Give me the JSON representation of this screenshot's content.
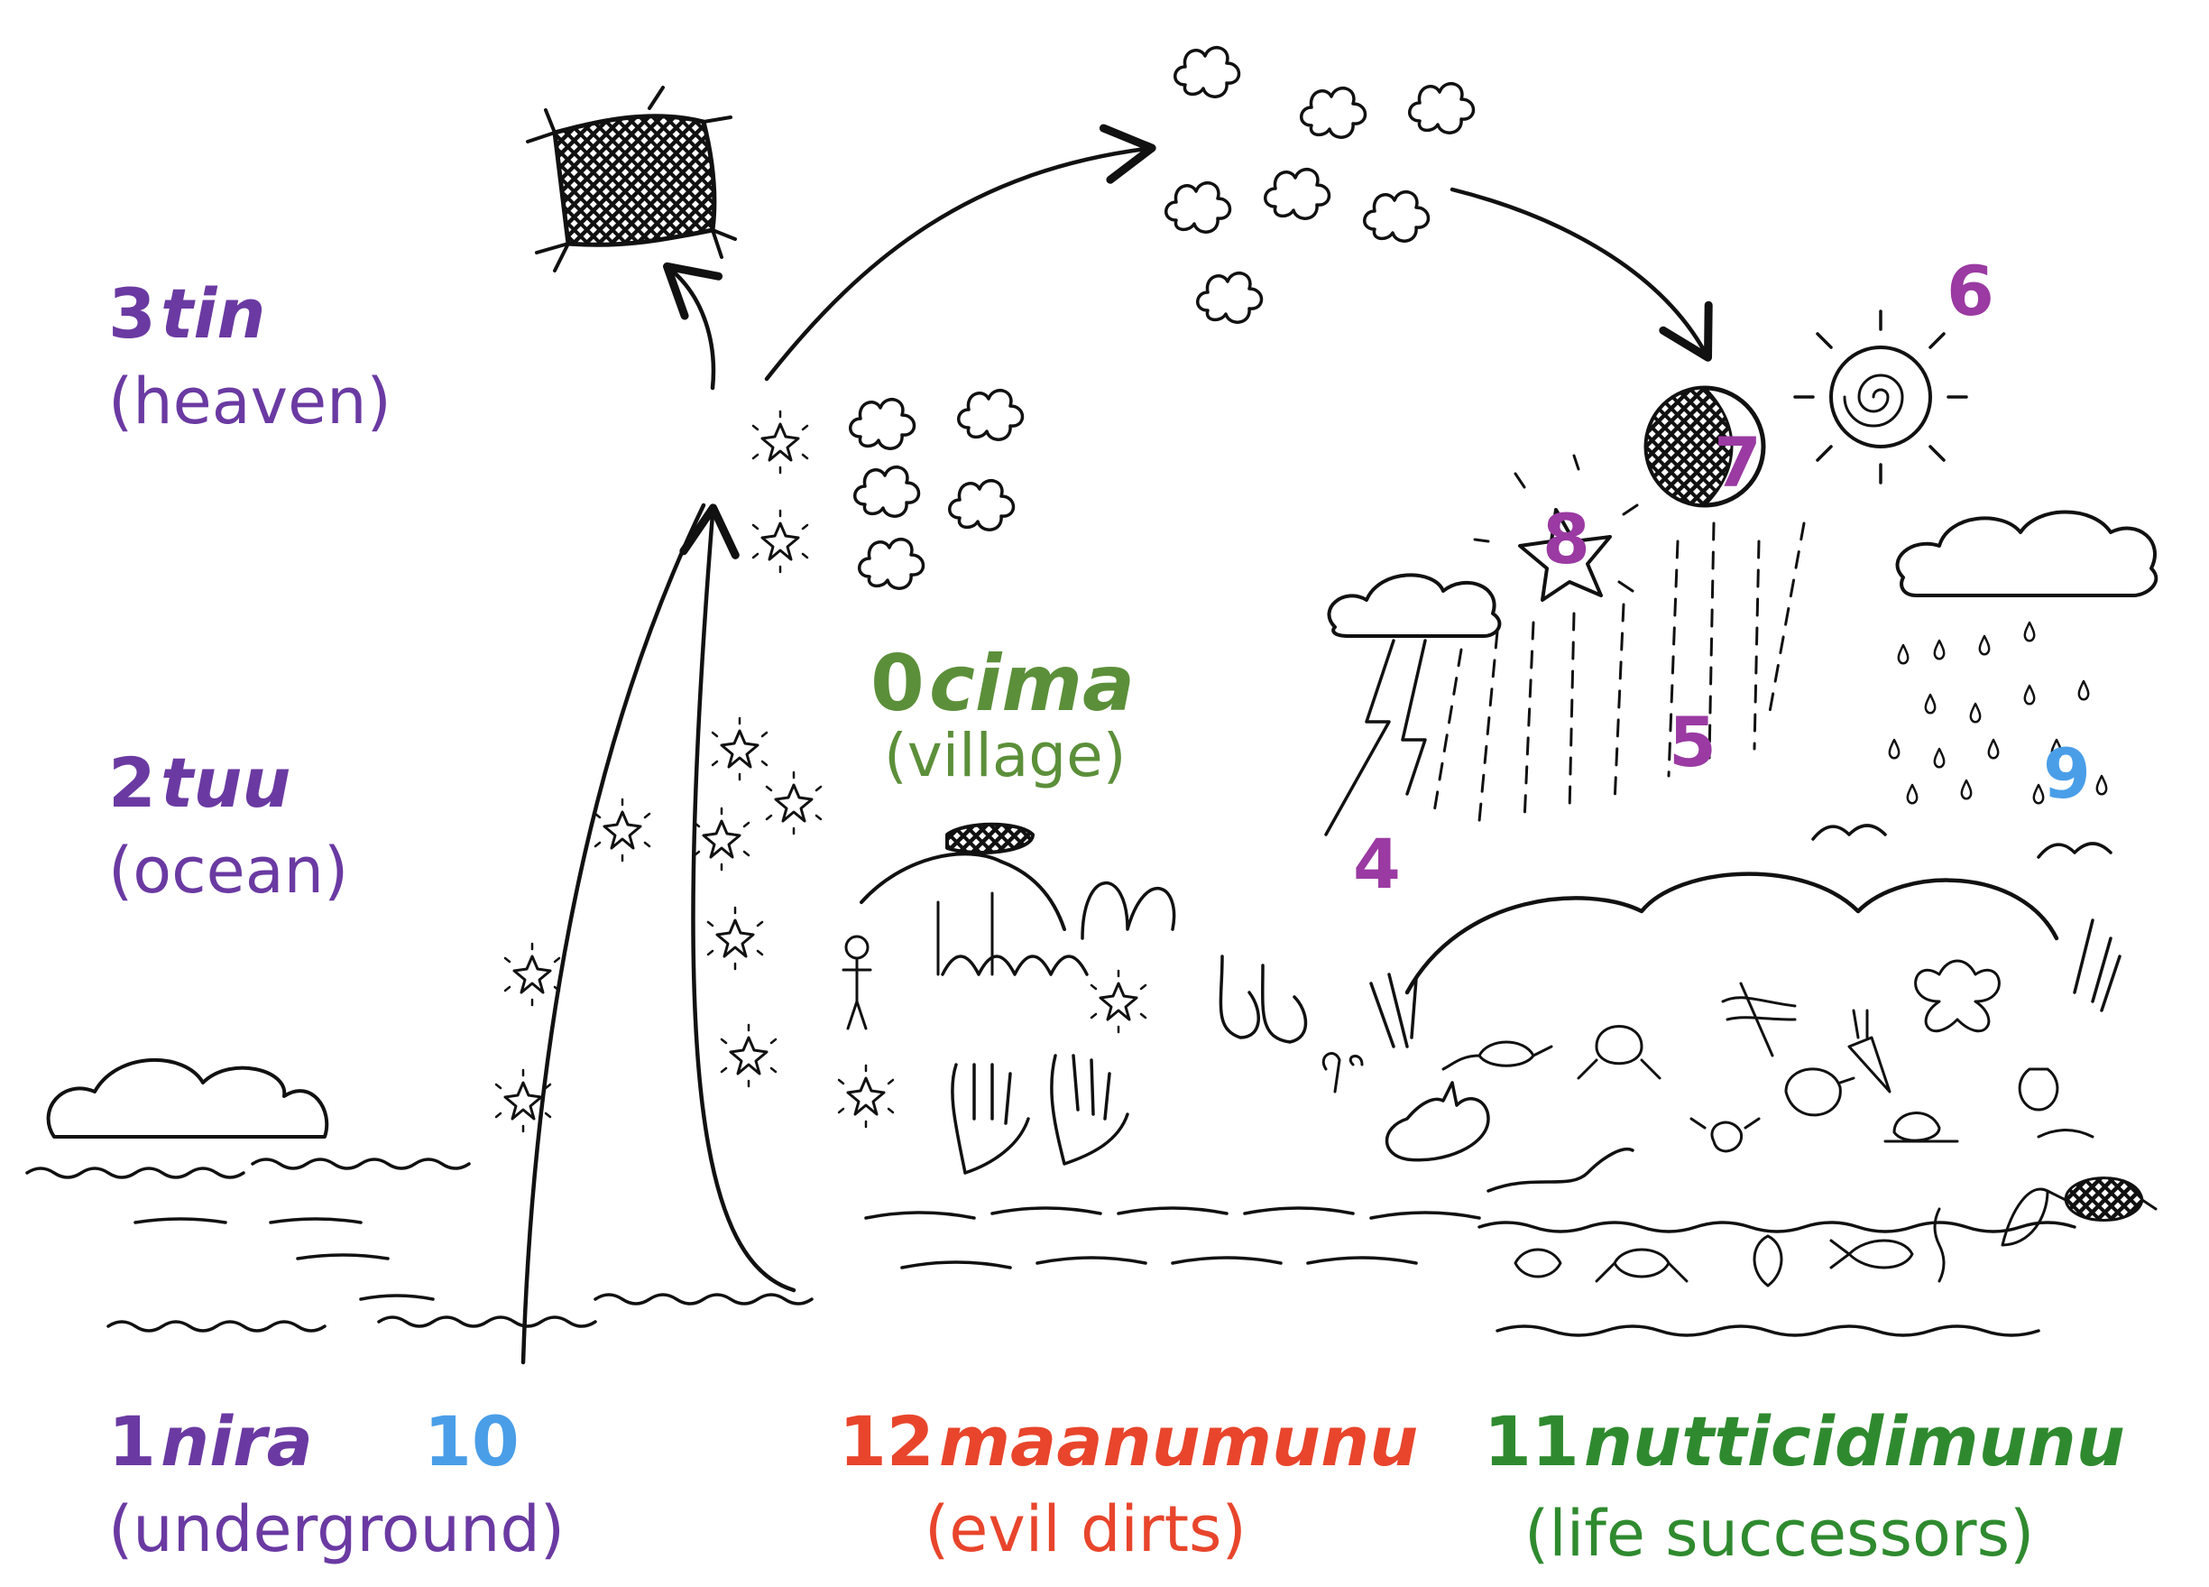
{
  "colors": {
    "purple": "#6a3aa2",
    "blue": "#4a9ee8",
    "red": "#e8452c",
    "green": "#2f8a2f",
    "village_green": "#5c8f3a",
    "magenta": "#9a3aa2"
  },
  "labels": {
    "tin": {
      "number": "3",
      "word": "tin",
      "meaning": "(heaven)"
    },
    "tuu": {
      "number": "2",
      "word": "tuu",
      "meaning": "(ocean)"
    },
    "nira": {
      "number": "1",
      "word": "nira",
      "meaning": "(underground)"
    },
    "ten": {
      "number": "10"
    },
    "cima": {
      "number": "0",
      "word": "cima",
      "meaning": "(village)"
    },
    "maanumunu": {
      "number": "12",
      "word": "maanumunu",
      "meaning": "(evil dirts)"
    },
    "nutticidimunu": {
      "number": "11",
      "word": "nutticidimunu",
      "meaning": "(life successors)"
    }
  },
  "markers": [
    "4",
    "5",
    "6",
    "7",
    "8",
    "9"
  ]
}
